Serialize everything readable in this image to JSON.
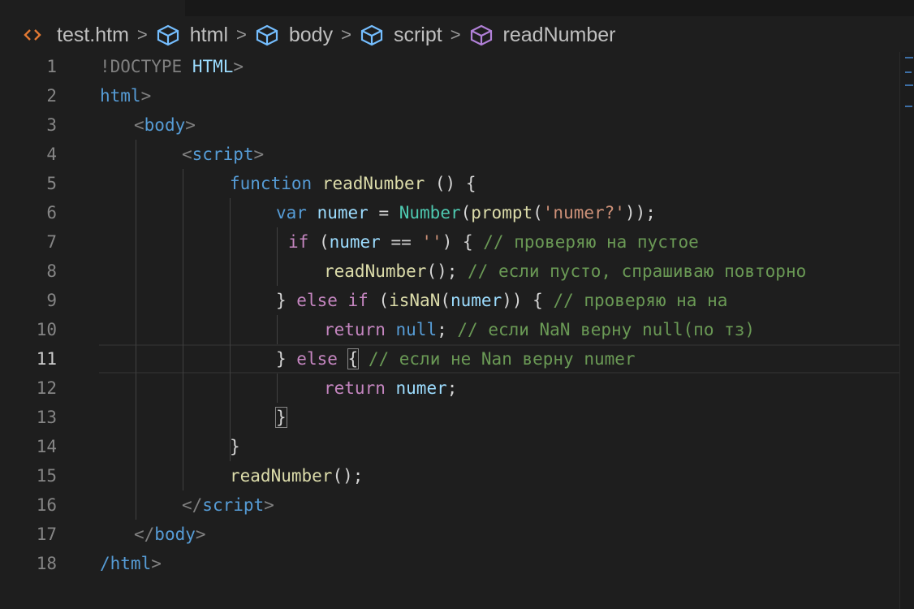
{
  "breadcrumb": {
    "items": [
      {
        "label": "test.htm",
        "icon": "html-file-icon"
      },
      {
        "label": "html",
        "icon": "cube-icon"
      },
      {
        "label": "body",
        "icon": "cube-icon"
      },
      {
        "label": "script",
        "icon": "cube-icon"
      },
      {
        "label": "readNumber",
        "icon": "method-cube-icon"
      }
    ],
    "separator": ">"
  },
  "editor": {
    "active_line": "11",
    "lines": [
      {
        "n": "1",
        "t": [
          "!DOCTYPE",
          " ",
          "HTML",
          ">"
        ]
      },
      {
        "n": "2",
        "t": [
          "html",
          ">"
        ]
      },
      {
        "n": "3",
        "t": [
          "<",
          "body",
          ">"
        ]
      },
      {
        "n": "4",
        "t": [
          "<",
          "script",
          ">"
        ]
      },
      {
        "n": "5",
        "t": [
          "function",
          " ",
          "readNumber",
          " () {"
        ]
      },
      {
        "n": "6",
        "t": [
          "var",
          " ",
          "numer",
          " = ",
          "Number",
          "(",
          "prompt",
          "(",
          "'numer?'",
          "));"
        ]
      },
      {
        "n": "7",
        "t": [
          "if",
          " (",
          "numer",
          " == ",
          "''",
          ") { ",
          "// проверяю на пустое"
        ]
      },
      {
        "n": "8",
        "t": [
          "readNumber",
          "(); ",
          "// если пусто, спрашиваю повторно"
        ]
      },
      {
        "n": "9",
        "t": [
          "} ",
          "else",
          " ",
          "if",
          " (",
          "isNaN",
          "(",
          "numer",
          ")) { ",
          "// проверяю на на"
        ]
      },
      {
        "n": "10",
        "t": [
          "return",
          " ",
          "null",
          "; ",
          "// если NaN верну null(по тз)"
        ]
      },
      {
        "n": "11",
        "t": [
          "} ",
          "else",
          " ",
          "{",
          " ",
          "// если не Nan верну numer"
        ]
      },
      {
        "n": "12",
        "t": [
          "return",
          " ",
          "numer",
          ";"
        ]
      },
      {
        "n": "13",
        "t": [
          "}"
        ]
      },
      {
        "n": "14",
        "t": [
          "}"
        ]
      },
      {
        "n": "15",
        "t": [
          "readNumber",
          "();"
        ]
      },
      {
        "n": "16",
        "t": [
          "</",
          "script",
          ">"
        ]
      },
      {
        "n": "17",
        "t": [
          "</",
          "body",
          ">"
        ]
      },
      {
        "n": "18",
        "t": [
          "/html",
          ">"
        ]
      }
    ]
  },
  "colors": {
    "background": "#1e1e1e",
    "keyword": "#569cd6",
    "control": "#c586c0",
    "function": "#dcdcaa",
    "variable": "#9cdcfe",
    "class": "#4ec9b0",
    "string": "#ce9178",
    "comment": "#6a9955"
  }
}
